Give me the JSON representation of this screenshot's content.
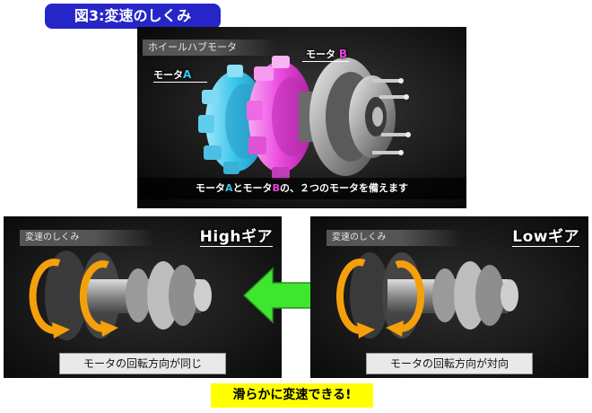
{
  "figure_title": "図3:変速のしくみ",
  "top_panel": {
    "tag": "ホイールハブモータ",
    "motor_a_label": {
      "text": "モータ",
      "accent": "A"
    },
    "motor_b_label": {
      "text": "モータ ",
      "accent": "B"
    },
    "caption": {
      "part1": "モータ",
      "a": "A",
      "part2": "とモータ",
      "b": "B",
      "part3": "の、２つのモータを備えます"
    }
  },
  "high_panel": {
    "tag": "変速のしくみ",
    "gear_title": "Highギア",
    "direction_caption": "モータの回転方向が同じ"
  },
  "low_panel": {
    "tag": "変速のしくみ",
    "gear_title": "Lowギア",
    "direction_caption": "モータの回転方向が対向"
  },
  "bottom_caption": "滑らかに変速できる!",
  "colors": {
    "title_bg": "#2626c8",
    "motor_a": "#35c8ee",
    "motor_b": "#ee3fe1",
    "arrow": "#3fe62f",
    "rotation_arrow": "#f5a00a",
    "highlight": "#ffff00"
  }
}
